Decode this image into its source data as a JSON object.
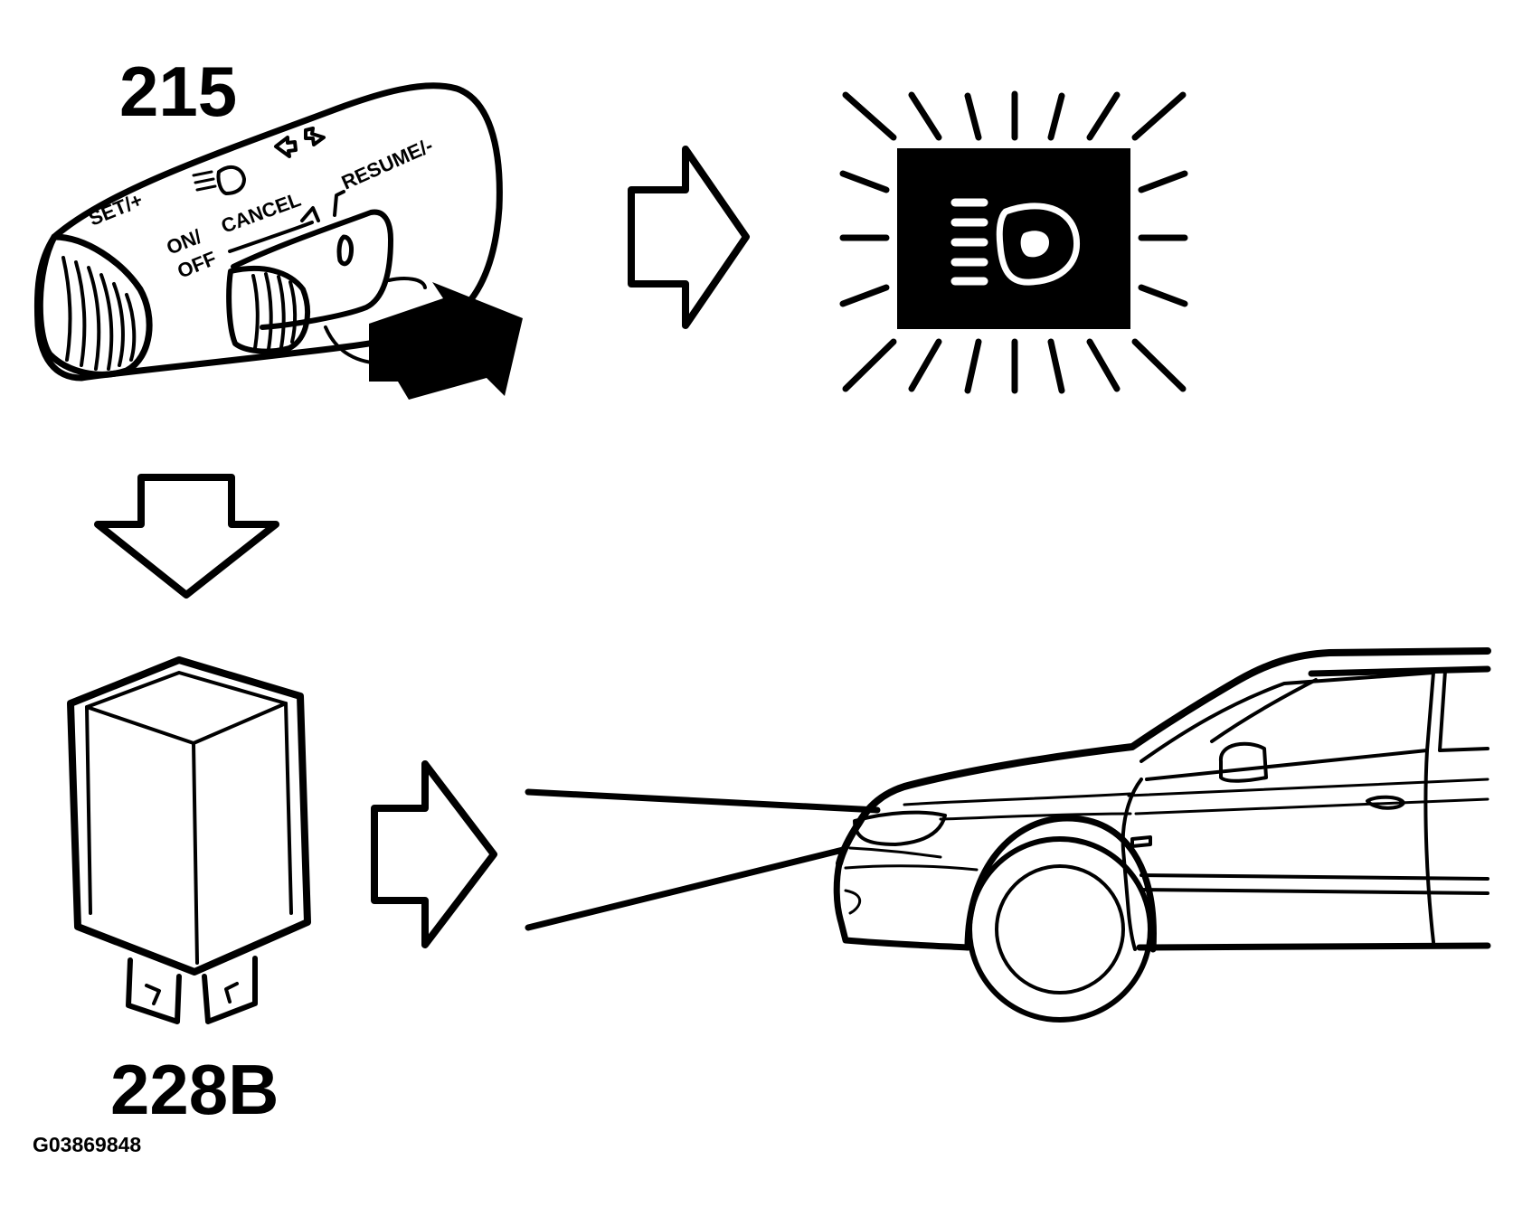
{
  "labels": {
    "stalk_id": "215",
    "relay_id": "228B",
    "figure_code": "G03869848"
  },
  "stalk": {
    "set_label": "SET/+",
    "on_off_line1": "ON/",
    "on_off_line2": "OFF",
    "cancel_label": "CANCEL",
    "resume_label": "RESUME/-"
  },
  "icons": {
    "stalk_switch": "cruise-control-stalk-icon",
    "headlight_indicator": "high-beam-indicator-icon",
    "relay": "relay-icon",
    "car": "car-front-icon",
    "flow_arrow": "hollow-arrow-icon",
    "pull_arrow": "solid-arrow-icon"
  },
  "colors": {
    "ink": "#000000",
    "paper": "#ffffff"
  }
}
